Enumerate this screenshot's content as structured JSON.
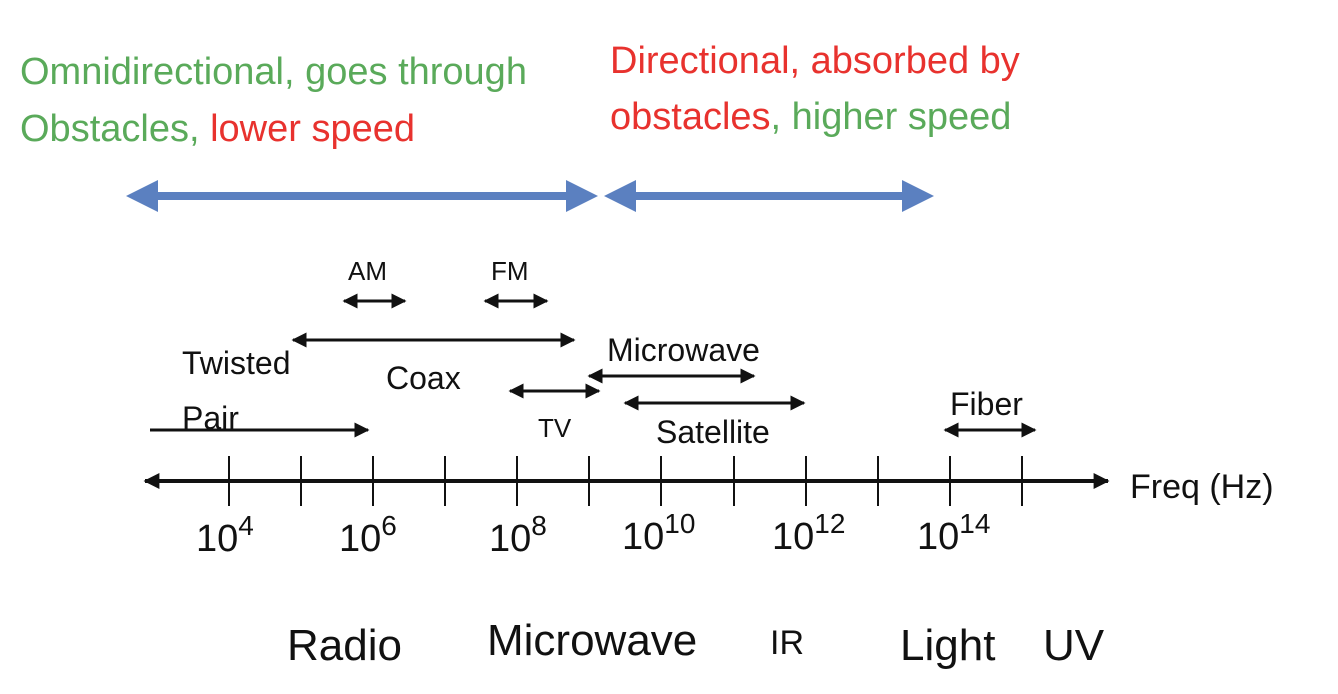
{
  "header": {
    "left_line1": "Omnidirectional, goes through",
    "left_line2_a": "Obstacles, ",
    "left_line2_b": "lower speed",
    "right_line1": "Directional, absorbed by",
    "right_line2_a": "obstacles",
    "right_line2_b": ", higher speed"
  },
  "media": {
    "am": "AM",
    "fm": "FM",
    "twisted": "Twisted",
    "pair": "Pair",
    "coax": "Coax",
    "microwave": "Microwave",
    "tv": "TV",
    "satellite": "Satellite",
    "fiber": "Fiber"
  },
  "axis": {
    "label": "Freq (Hz)",
    "ticks": [
      {
        "base": "10",
        "exp": "4"
      },
      {
        "base": "10",
        "exp": "6"
      },
      {
        "base": "10",
        "exp": "8"
      },
      {
        "base": "10",
        "exp": "10"
      },
      {
        "base": "10",
        "exp": "12"
      },
      {
        "base": "10",
        "exp": "14"
      }
    ]
  },
  "bands": {
    "radio": "Radio",
    "microwave": "Microwave",
    "ir": "IR",
    "light": "Light",
    "uv": "UV"
  },
  "colors": {
    "green": "#5aaa5a",
    "red": "#e8322e",
    "arrow_blue": "#5b80c0",
    "black": "#111111"
  }
}
